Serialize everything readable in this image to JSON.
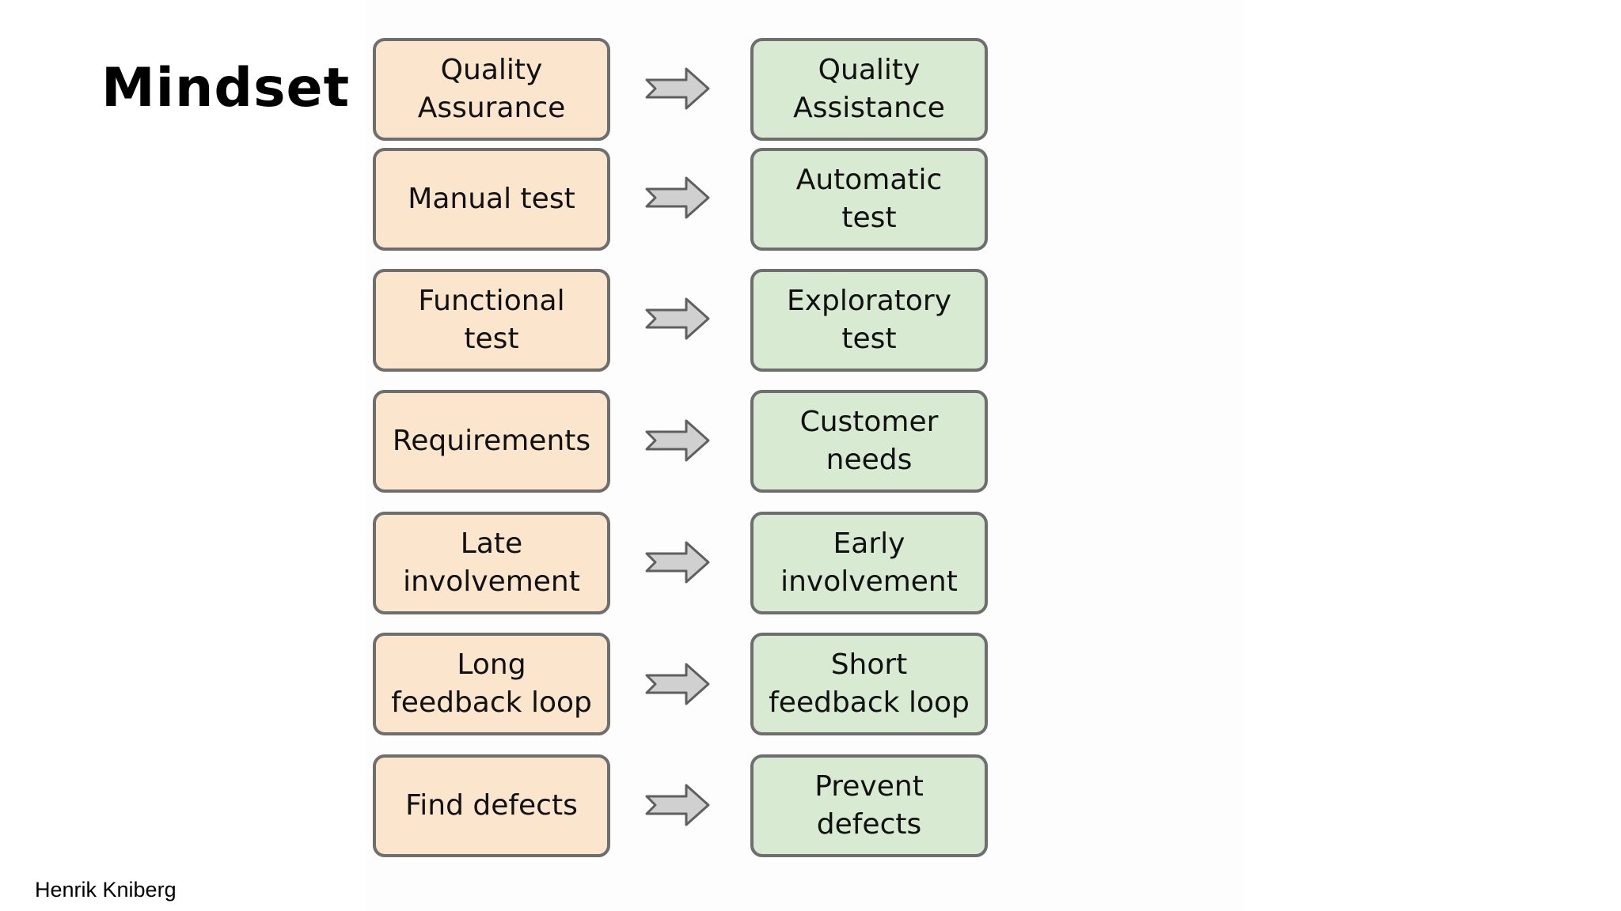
{
  "title": "Mindset",
  "author": "Henrik Kniberg",
  "colors": {
    "from_fill": "#fce5cd",
    "to_fill": "#d9ead3",
    "border": "#6e6e6e",
    "arrow_fill": "#d0d0d0",
    "arrow_stroke": "#5f5f5f"
  },
  "rows": [
    {
      "from": "Quality\nAssurance",
      "to": "Quality\nAssistance"
    },
    {
      "from": "Manual test",
      "to": "Automatic\ntest"
    },
    {
      "from": "Functional\ntest",
      "to": "Exploratory\ntest"
    },
    {
      "from": "Requirements",
      "to": "Customer\nneeds"
    },
    {
      "from": "Late\ninvolvement",
      "to": "Early\ninvolvement"
    },
    {
      "from": "Long\nfeedback loop",
      "to": "Short\nfeedback loop"
    },
    {
      "from": "Find defects",
      "to": "Prevent\ndefects"
    }
  ]
}
